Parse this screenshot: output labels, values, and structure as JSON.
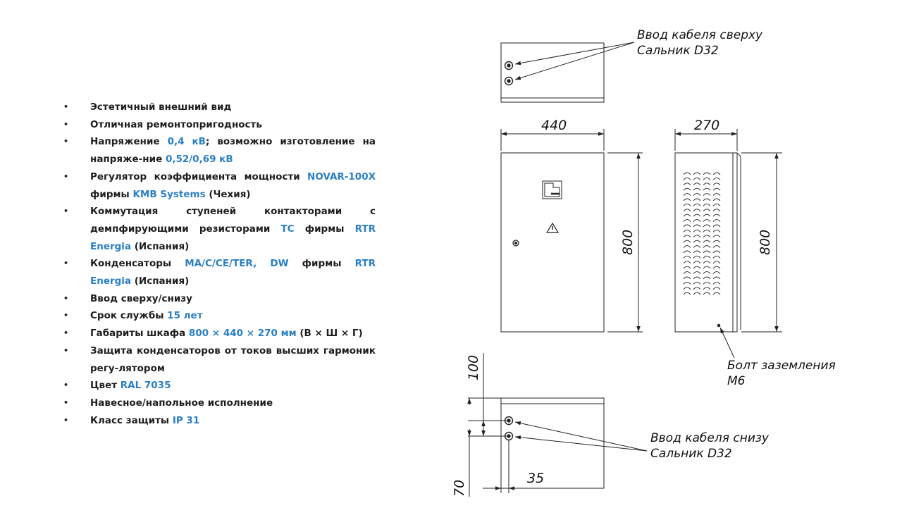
{
  "specs": [
    {
      "parts": [
        {
          "t": "Эстетичный внешний вид"
        }
      ]
    },
    {
      "parts": [
        {
          "t": "Отличная ремонтопригодность"
        }
      ]
    },
    {
      "parts": [
        {
          "t": "Напряжение "
        },
        {
          "t": "0,4 кВ",
          "hl": true
        },
        {
          "t": "; возможно изготовление на напряже-ние "
        },
        {
          "t": "0,52/0,69 кВ",
          "hl": true
        }
      ]
    },
    {
      "parts": [
        {
          "t": "Регулятор коэффициента мощности "
        },
        {
          "t": "NOVAR-100X",
          "hl": true
        },
        {
          "t": " фирмы "
        },
        {
          "t": "KMB Systems",
          "hl": true
        },
        {
          "t": " (Чехия)"
        }
      ]
    },
    {
      "parts": [
        {
          "t": "Коммутация ступеней контакторами с демпфирующими резисторами "
        },
        {
          "t": "TC",
          "hl": true
        },
        {
          "t": " фирмы "
        },
        {
          "t": "RTR Energia",
          "hl": true
        },
        {
          "t": " (Испания)"
        }
      ]
    },
    {
      "parts": [
        {
          "t": "Конденсаторы "
        },
        {
          "t": "MA/C/CE/TER, DW",
          "hl": true
        },
        {
          "t": " фирмы "
        },
        {
          "t": "RTR Energia",
          "hl": true
        },
        {
          "t": " (Испания)"
        }
      ]
    },
    {
      "parts": [
        {
          "t": "Ввод сверху/снизу"
        }
      ]
    },
    {
      "parts": [
        {
          "t": "Срок службы "
        },
        {
          "t": "15 лет",
          "hl": true
        }
      ]
    },
    {
      "parts": [
        {
          "t": "Габариты шкафа "
        },
        {
          "t": "800 × 440 × 270 мм",
          "hl": true
        },
        {
          "t": " (В × Ш × Г)"
        }
      ]
    },
    {
      "parts": [
        {
          "t": "Защита конденсаторов от токов высших гармоник регу-лятором"
        }
      ]
    },
    {
      "parts": [
        {
          "t": "Цвет "
        },
        {
          "t": "RAL 7035",
          "hl": true
        }
      ]
    },
    {
      "parts": [
        {
          "t": "Навесное/напольное исполнение"
        }
      ]
    },
    {
      "parts": [
        {
          "t": "Класс защиты "
        },
        {
          "t": "IP 31",
          "hl": true
        }
      ]
    }
  ],
  "drawing": {
    "top_note_line1": "Ввод кабеля сверху",
    "top_note_line2": "Сальник D32",
    "width_label": "440",
    "depth_label": "270",
    "front_height_label": "800",
    "side_height_label": "800",
    "ground_note_line1": "Болт заземления",
    "ground_note_line2": "M6",
    "bottom_dim_100": "100",
    "bottom_dim_70": "70",
    "bottom_dim_35": "35",
    "bottom_note_line1": "Ввод кабеля снизу",
    "bottom_note_line2": "Сальник D32"
  },
  "colors": {
    "highlight": "#2a7fc4",
    "text": "#1e1e1e",
    "line": "#222222"
  }
}
